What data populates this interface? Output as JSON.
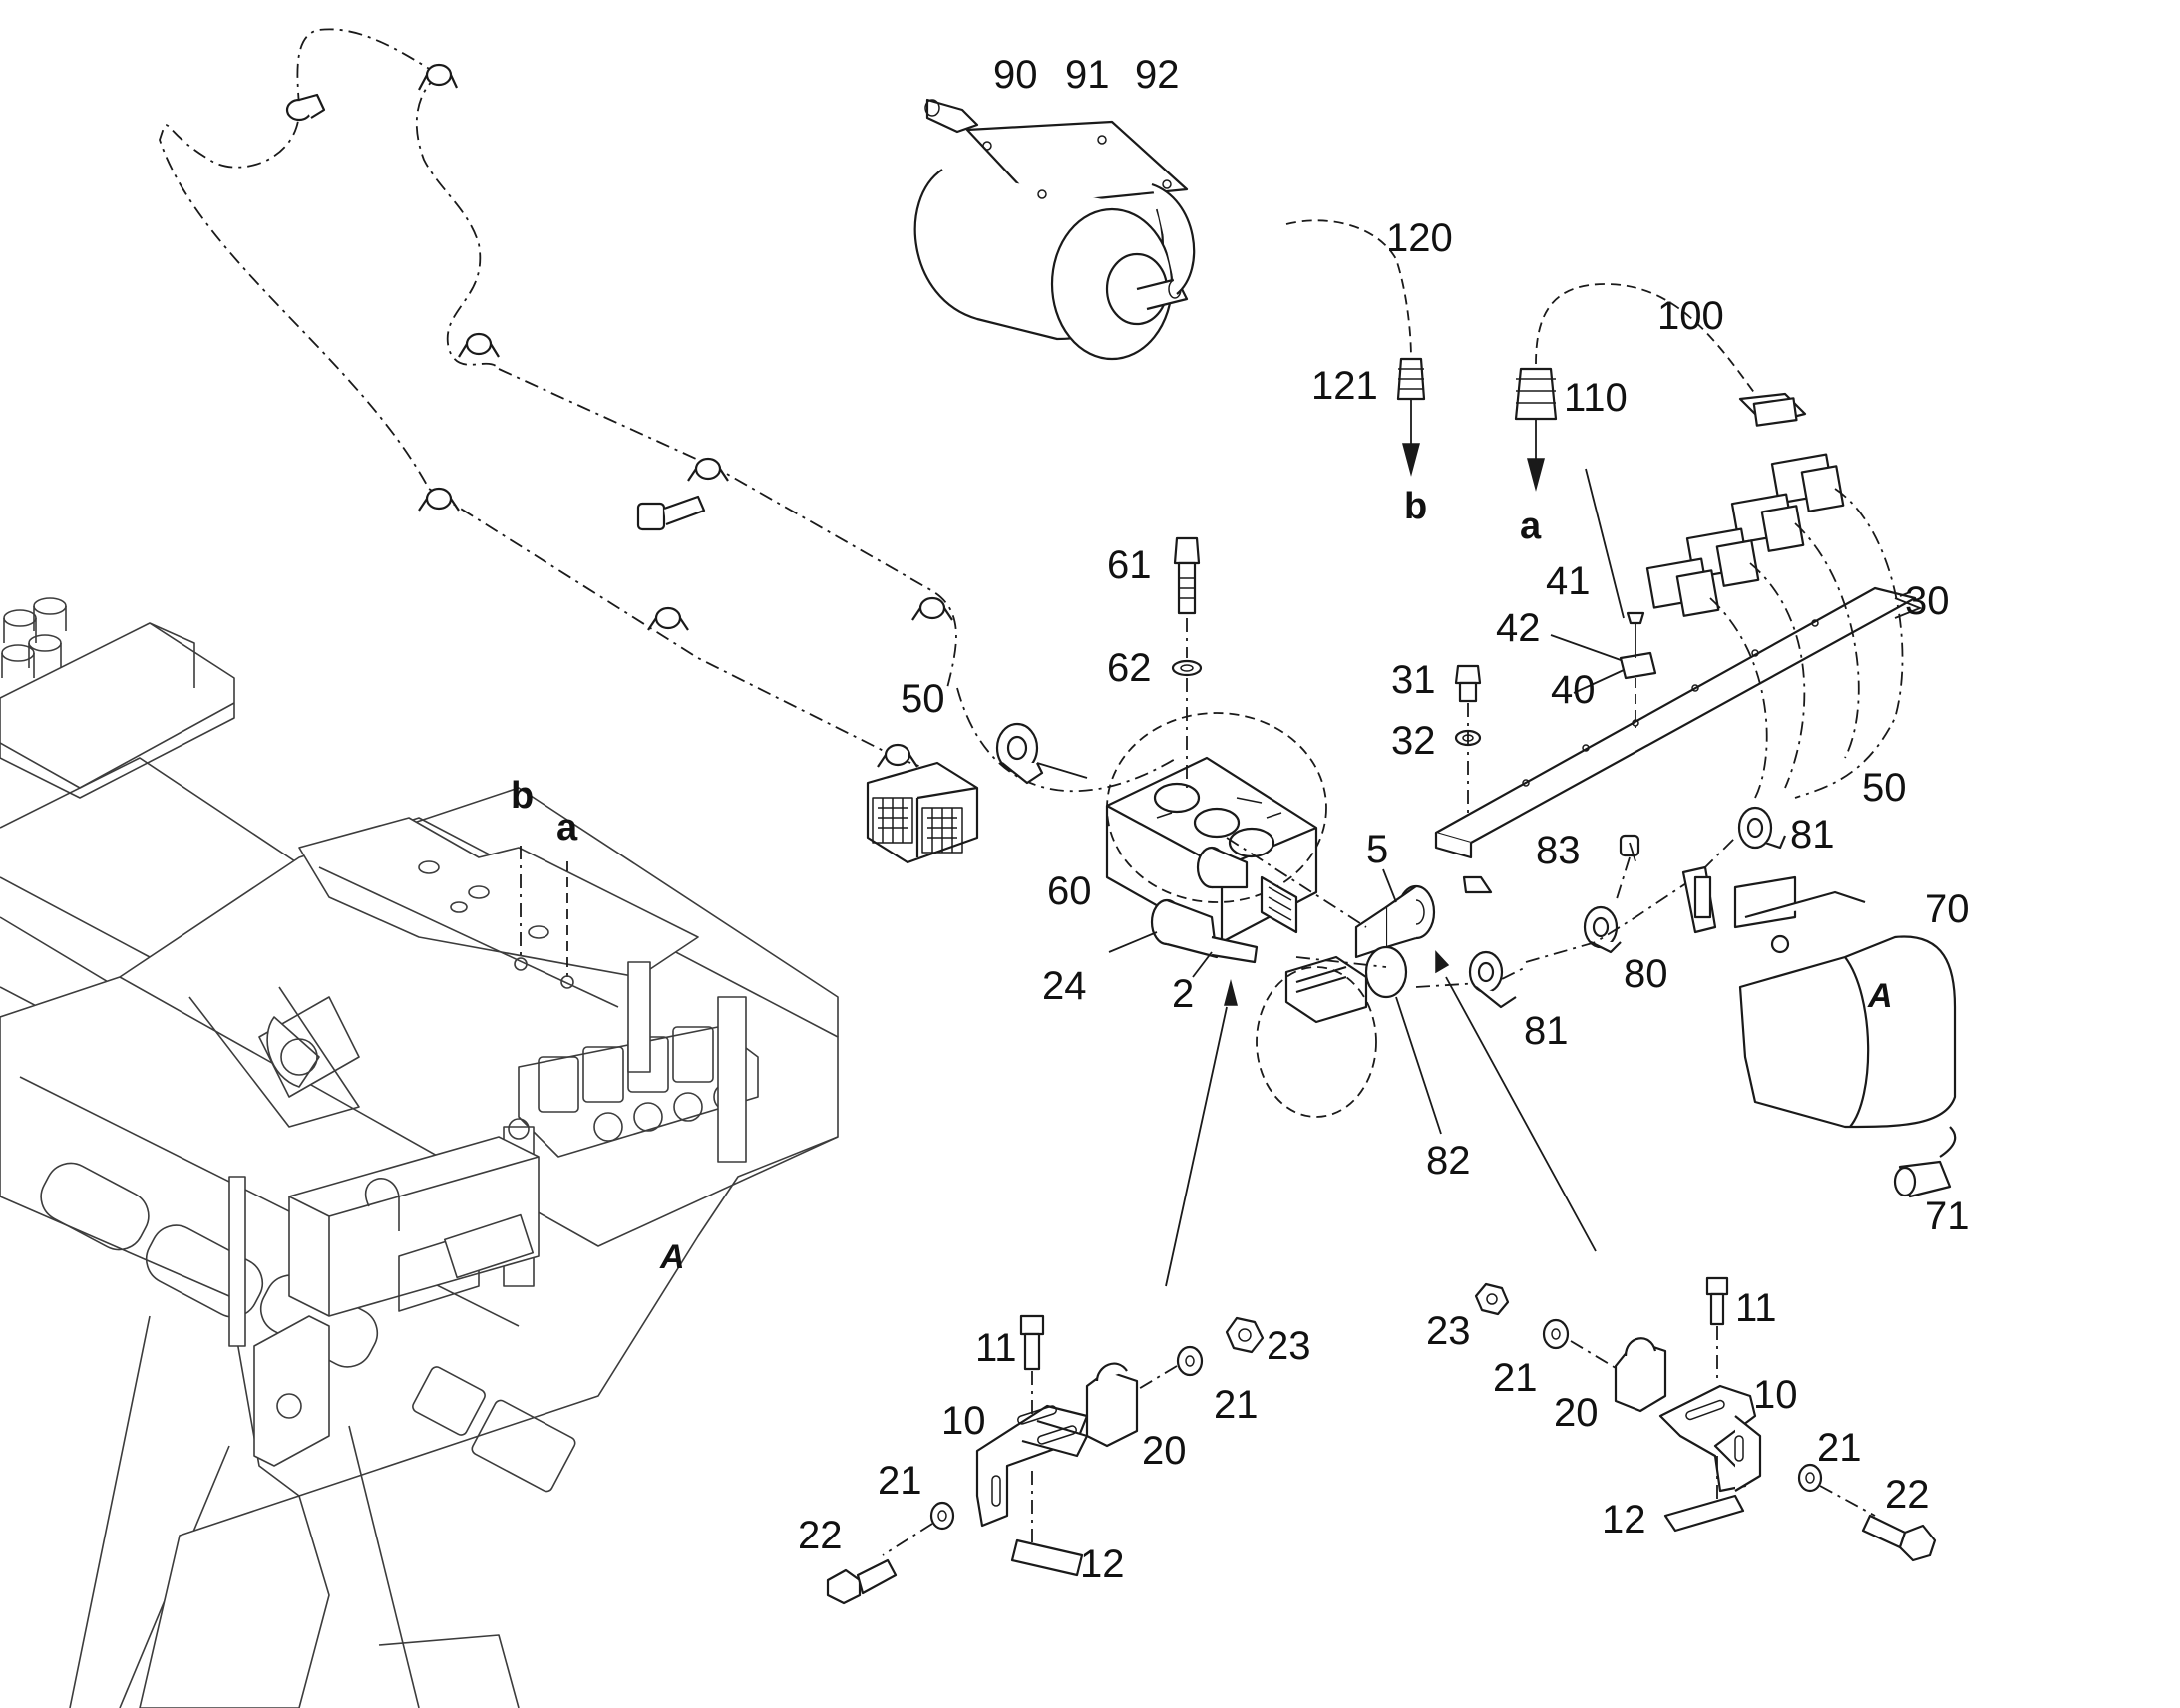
{
  "callouts": {
    "c90": "90",
    "c91": "91",
    "c92": "92",
    "c120": "120",
    "c121": "121",
    "c100": "100",
    "c110": "110",
    "c61": "61",
    "c62": "62",
    "c50a": "50",
    "c50b": "50",
    "c41": "41",
    "c42": "42",
    "c40": "40",
    "c30": "30",
    "c31": "31",
    "c32": "32",
    "c5": "5",
    "c60": "60",
    "c24": "24",
    "c2": "2",
    "c83": "83",
    "c81a": "81",
    "c81b": "81",
    "c80": "80",
    "c70": "70",
    "c82": "82",
    "c71": "71",
    "l11": "11",
    "l10": "10",
    "l20": "20",
    "l21a": "21",
    "l21b": "21",
    "l22": "22",
    "l12": "12",
    "l23": "23",
    "r23": "23",
    "r21a": "21",
    "r20": "20",
    "r11": "11",
    "r10": "10",
    "r21b": "21",
    "r22": "22",
    "r12": "12"
  },
  "markers": {
    "b_arrow": "b",
    "a_arrow": "a",
    "b_frame": "b",
    "a_frame": "a",
    "frame_A": "A",
    "box_A": "A"
  }
}
